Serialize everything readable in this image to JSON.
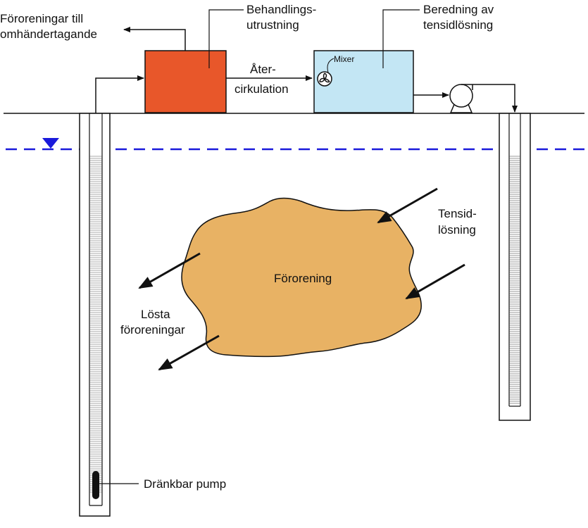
{
  "labels": {
    "contaminants_disposal_line1": "Föroreningar till",
    "contaminants_disposal_line2": "omhändertagande",
    "treatment_line1": "Behandlings-",
    "treatment_line2": "utrustning",
    "preparation_line1": "Beredning av",
    "preparation_line2": "tensidlösning",
    "recirc_line1": "Åter-",
    "recirc_line2": "cirkulation",
    "mixer": "Mixer",
    "surfactant_line1": "Tensid-",
    "surfactant_line2": "lösning",
    "contamination": "Förorening",
    "dissolved_line1": "Lösta",
    "dissolved_line2": "föroreningar",
    "submersible_pump": "Dränkbar pump"
  },
  "colors": {
    "treatment_box": "#e8572a",
    "preparation_box": "#c3e6f4",
    "contamination_blob": "#e8b264",
    "water_table": "#1a1adb",
    "line": "#111111"
  },
  "icons": {
    "mixer": "fan-icon",
    "pump": "centrifugal-pump-icon",
    "water_table_marker": "triangle-down-icon"
  }
}
